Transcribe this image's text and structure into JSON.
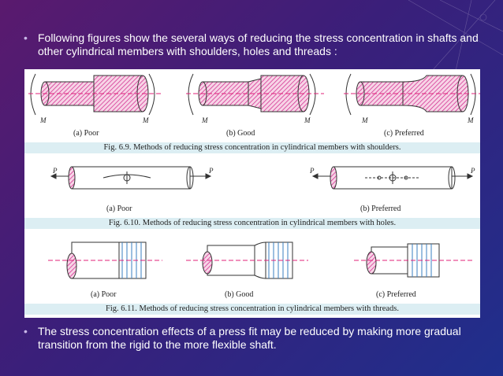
{
  "bullets": [
    "Following figures show the several ways of reducing the stress concentration in shafts and other cylindrical members with shoulders, holes and threads :",
    "The stress concentration effects of a press fit may be reduced by making more gradual transition from the rigid to the more flexible shaft."
  ],
  "fig69": {
    "caption": "Fig. 6.9. Methods of reducing stress concentration in cylindrical members with shoulders.",
    "labels": [
      "(a) Poor",
      "(b) Good",
      "(c) Preferred"
    ],
    "moment": "M"
  },
  "fig610": {
    "caption": "Fig. 6.10. Methods of reducing stress concentration in cylindrical members with holes.",
    "labels": [
      "(a) Poor",
      "(b) Preferred"
    ],
    "force": "P"
  },
  "fig611": {
    "caption": "Fig. 6.11. Methods of reducing stress concentration in cylindrical members with threads.",
    "labels": [
      "(a) Poor",
      "(b) Good",
      "(c) Preferred"
    ]
  },
  "colors": {
    "accent": "#e0207a",
    "hatch": "#d0208a",
    "caption_bg": "#dceef3",
    "shaft": "#3a7fc0"
  }
}
